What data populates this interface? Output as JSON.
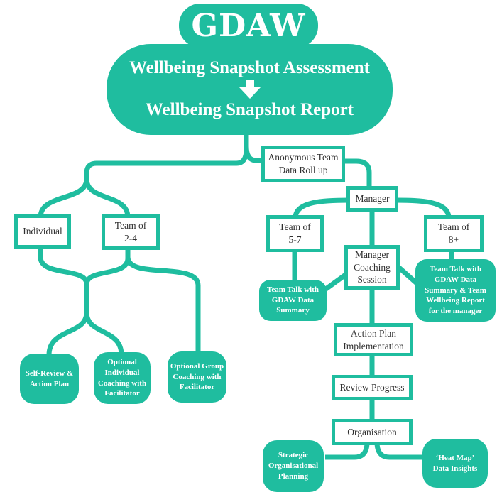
{
  "colors": {
    "teal": "#1FBD9F",
    "text_dark": "#2f2f2f",
    "node_bg": "#ffffff"
  },
  "cloud": {
    "title": "GDAW",
    "line1": "Wellbeing Snapshot Assessment",
    "line2": "Wellbeing Snapshot Report"
  },
  "nodes": {
    "anonymous": "Anonymous Team\nData Roll up",
    "manager": "Manager",
    "individual": "Individual",
    "team_2_4": "Team of\n2-4",
    "team_5_7": "Team of\n5-7",
    "team_8_plus": "Team of\n8+",
    "manager_coaching": "Manager\nCoaching\nSession",
    "action_plan": "Action Plan\nImplementation",
    "review_progress": "Review Progress",
    "organisation": "Organisation",
    "self_review": "Self-Review &\nAction Plan",
    "optional_individual": "Optional\nIndividual\nCoaching with\nFacilitator",
    "optional_group": "Optional Group\nCoaching with\nFacilitator",
    "team_talk_summary": "Team Talk with\nGDAW Data\nSummary",
    "team_talk_report": "Team Talk with\nGDAW Data\nSummary & Team\nWellbeing Report\nfor the manager",
    "strategic_planning": "Strategic\nOrganisational\nPlanning",
    "heat_map": "‘Heat Map’\nData Insights"
  }
}
